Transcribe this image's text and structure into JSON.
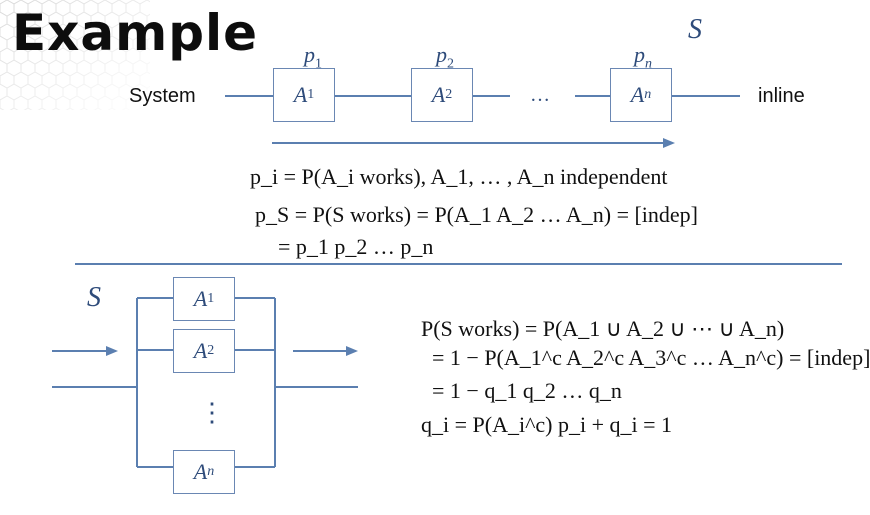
{
  "title": "Example",
  "series": {
    "system_label": "System",
    "inline_label": "inline",
    "s_label": "S",
    "ellipsis": "…",
    "probs": [
      "p",
      "p",
      "p"
    ],
    "prob_subs": [
      "1",
      "2",
      "n"
    ],
    "box_letters": [
      "A",
      "A",
      "A"
    ],
    "box_subs": [
      "1",
      "2",
      "n"
    ]
  },
  "series_eq": {
    "line1": "p_i = P(A_i works),       A_1, … , A_n independent",
    "line2": "p_S = P(S works) = P(A_1 A_2 … A_n) = [indep]",
    "line3": "= p_1 p_2 … p_n"
  },
  "parallel": {
    "s_label": "S",
    "vdots": "⋮",
    "box_letters": [
      "A",
      "A",
      "A"
    ],
    "box_subs": [
      "1",
      "2",
      "n"
    ]
  },
  "parallel_eq": {
    "line1": "P(S works) = P(A_1 ∪ A_2 ∪ ⋯ ∪ A_n)",
    "line2": "= 1 − P(A_1^c A_2^c A_3^c … A_n^c) = [indep]",
    "line3": "= 1 − q_1 q_2 … q_n",
    "line4": "q_i = P(A_i^c)   p_i + q_i = 1"
  },
  "colors": {
    "line": "#5b7fb0",
    "text_blue": "#2e4b7a",
    "box_border": "#6a87b3"
  }
}
